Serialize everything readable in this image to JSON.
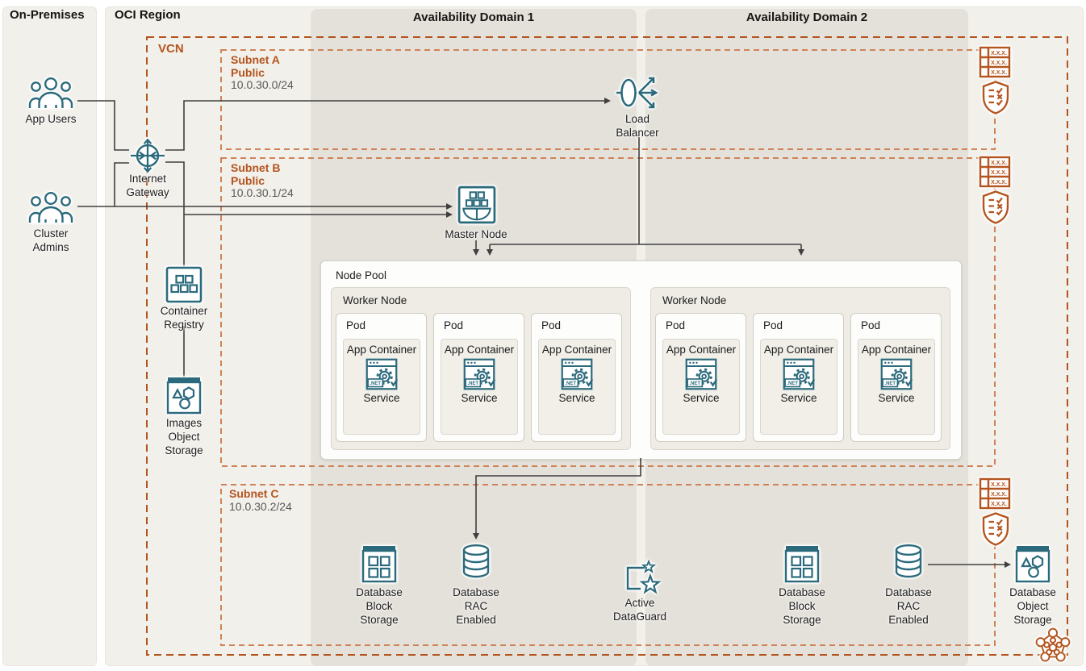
{
  "colors": {
    "teal": "#2b6a7c",
    "orange": "#b4541f",
    "orange_light": "#d08257",
    "wire": "#3f3f3f",
    "ad_fill": "#e4e1da",
    "panel_fill": "#f2f0ea"
  },
  "headers": {
    "on_premises": "On-Premises",
    "oci_region": "OCI Region",
    "ad1": "Availability Domain 1",
    "ad2": "Availability Domain 2"
  },
  "vcn": {
    "label": "VCN"
  },
  "subnets": {
    "a": {
      "name": "Subnet A",
      "access": "Public",
      "cidr": "10.0.30.0/24"
    },
    "b": {
      "name": "Subnet B",
      "access": "Public",
      "cidr": "10.0.30.1/24"
    },
    "c": {
      "name": "Subnet C",
      "cidr": "10.0.30.2/24"
    }
  },
  "nodes": {
    "app_users": "App Users",
    "cluster_admins": "Cluster Admins",
    "internet_gateway": "Internet Gateway",
    "load_balancer": "Load Balancer",
    "master_node": "Master Node",
    "container_registry": "Container Registry",
    "images_object_storage": "Images Object Storage",
    "db_block_storage": "Database Block Storage",
    "db_rac": "Database RAC Enabled",
    "active_dataguard": "Active DataGuard",
    "db_object_storage": "Database Object Storage"
  },
  "node_pool": {
    "label": "Node Pool",
    "worker_node": "Worker Node",
    "pod": "Pod",
    "app_container": "App Container",
    "service": "Service",
    "dotnet_badge": ".NET"
  },
  "route_table_row": "X.X.X."
}
